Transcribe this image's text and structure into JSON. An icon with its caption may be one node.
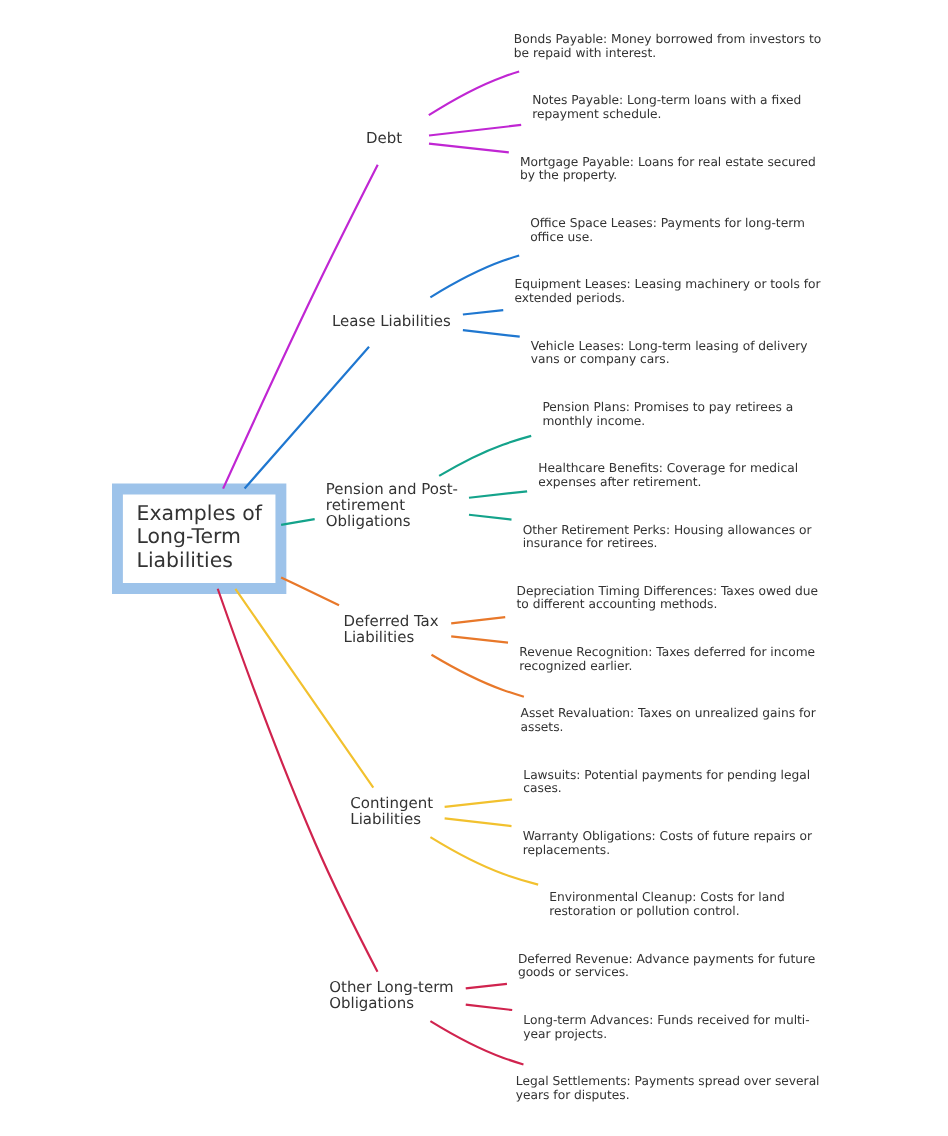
{
  "diagram": {
    "nodes": [
      {
        "text": [
          "Examples of Long-Term Liabilities"
        ]
      },
      {
        "text": [
          "Debt"
        ]
      },
      {
        "text": [
          "Bonds Payable: Money borrowed from investors to be repaid with interest."
        ]
      },
      {
        "text": [
          "Notes Payable: Long-term loans with a fixed repayment schedule."
        ]
      },
      {
        "text": [
          "Mortgage Payable: Loans for real estate secured by the property."
        ]
      },
      {
        "text": [
          "Lease Liabilities"
        ]
      },
      {
        "text": [
          "Office Space Leases: Payments for long-term office use."
        ]
      },
      {
        "text": [
          "Equipment Leases: Leasing machinery or tools for extended periods."
        ]
      },
      {
        "text": [
          "Vehicle Leases: Long-term leasing of delivery vans or company cars."
        ]
      },
      {
        "text": [
          "Pension and Post-retirement Obligations"
        ]
      },
      {
        "text": [
          "Pension Plans: Promises to pay retirees a monthly income."
        ]
      },
      {
        "text": [
          "Healthcare Benefits: Coverage for medical expenses after retirement."
        ]
      },
      {
        "text": [
          "Other Retirement Perks: Housing allowances or insurance for retirees."
        ]
      },
      {
        "text": [
          "Deferred Tax Liabilities"
        ]
      },
      {
        "text": [
          "Depreciation Timing Differences: Taxes owed due to different accounting methods."
        ]
      },
      {
        "text": [
          "Revenue Recognition: Taxes deferred for income recognized earlier."
        ]
      },
      {
        "text": [
          "Asset Revaluation: Taxes on unrealized gains for assets."
        ]
      },
      {
        "text": [
          "Contingent Liabilities"
        ]
      },
      {
        "text": [
          "Lawsuits: Potential payments for pending legal cases."
        ]
      },
      {
        "text": [
          "Warranty Obligations: Costs of future repairs or replacements."
        ]
      },
      {
        "text": [
          "Environmental Cleanup: Costs for land restoration or pollution control."
        ]
      },
      {
        "text": [
          "Other Long-term Obligations"
        ]
      },
      {
        "text": [
          "Deferred Revenue: Advance payments for future goods or services."
        ]
      },
      {
        "text": [
          "Long-term Advances: Funds received for multi-year projects."
        ]
      },
      {
        "text": [
          "Legal Settlements: Payments spread over several years for disputes."
        ]
      }
    ],
    "edges": [
      {
        "from": 0,
        "to": 1,
        "arrow": "none",
        "color": "#c026d3"
      },
      {
        "from": 1,
        "to": 2,
        "arrow": "none",
        "color": "#c026d3"
      },
      {
        "from": 1,
        "to": 3,
        "arrow": "none",
        "color": "#c026d3"
      },
      {
        "from": 1,
        "to": 4,
        "arrow": "none",
        "color": "#c026d3"
      },
      {
        "from": 0,
        "to": 5,
        "arrow": "none",
        "color": "#1f77d0"
      },
      {
        "from": 5,
        "to": 6,
        "arrow": "none",
        "color": "#1f77d0"
      },
      {
        "from": 5,
        "to": 7,
        "arrow": "none",
        "color": "#1f77d0"
      },
      {
        "from": 5,
        "to": 8,
        "arrow": "none",
        "color": "#1f77d0"
      },
      {
        "from": 0,
        "to": 9,
        "arrow": "none",
        "color": "#14a38b"
      },
      {
        "from": 9,
        "to": 10,
        "arrow": "none",
        "color": "#14a38b"
      },
      {
        "from": 9,
        "to": 11,
        "arrow": "none",
        "color": "#14a38b"
      },
      {
        "from": 9,
        "to": 12,
        "arrow": "none",
        "color": "#14a38b"
      },
      {
        "from": 0,
        "to": 13,
        "arrow": "none",
        "color": "#e8782a"
      },
      {
        "from": 13,
        "to": 14,
        "arrow": "none",
        "color": "#e8782a"
      },
      {
        "from": 13,
        "to": 15,
        "arrow": "none",
        "color": "#e8782a"
      },
      {
        "from": 13,
        "to": 16,
        "arrow": "none",
        "color": "#e8782a"
      },
      {
        "from": 0,
        "to": 17,
        "arrow": "none",
        "color": "#f2c12e"
      },
      {
        "from": 17,
        "to": 18,
        "arrow": "none",
        "color": "#f2c12e"
      },
      {
        "from": 17,
        "to": 19,
        "arrow": "none",
        "color": "#f2c12e"
      },
      {
        "from": 17,
        "to": 20,
        "arrow": "none",
        "color": "#f2c12e"
      },
      {
        "from": 0,
        "to": 21,
        "arrow": "none",
        "color": "#d0234e"
      },
      {
        "from": 21,
        "to": 22,
        "arrow": "none",
        "color": "#d0234e"
      },
      {
        "from": 21,
        "to": 23,
        "arrow": "none",
        "color": "#d0234e"
      },
      {
        "from": 21,
        "to": 24,
        "arrow": "none",
        "color": "#d0234e"
      }
    ]
  }
}
